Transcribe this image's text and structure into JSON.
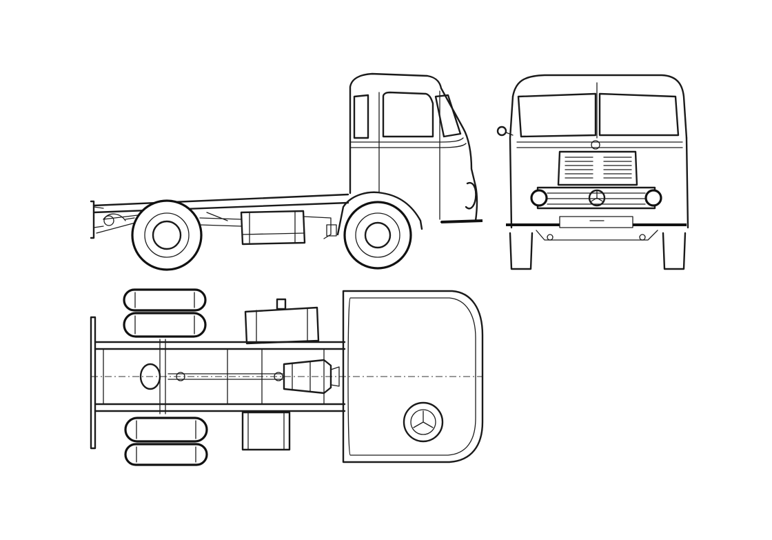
{
  "colors": {
    "background": "#ffffff",
    "line": "#1a1a1a"
  },
  "views": [
    "side-view",
    "front-view",
    "top-view"
  ]
}
